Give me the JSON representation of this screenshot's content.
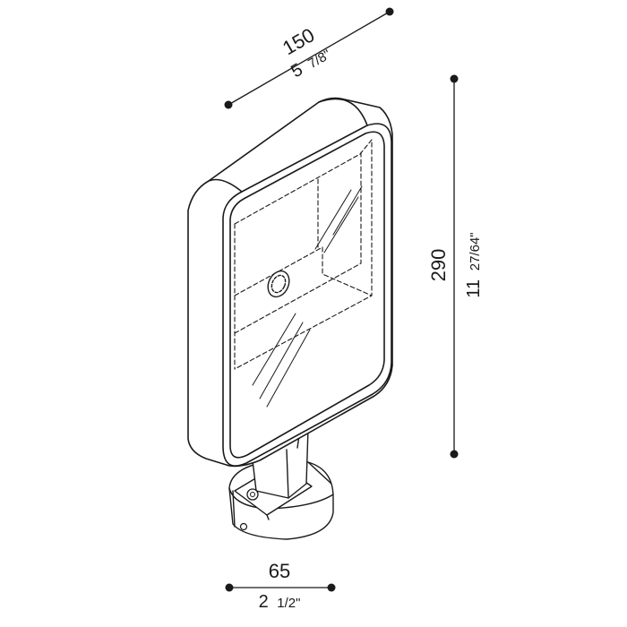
{
  "dimensions": {
    "width_top": {
      "metric": "150",
      "imperial_whole": "5",
      "imperial_frac": "7/8\""
    },
    "height": {
      "metric": "290",
      "imperial_whole": "11",
      "imperial_frac": "27/64\""
    },
    "width_base": {
      "metric": "65",
      "imperial_whole": "2",
      "imperial_frac": "1/2\""
    }
  },
  "colors": {
    "line": "#1a1a1a",
    "background": "#ffffff"
  }
}
